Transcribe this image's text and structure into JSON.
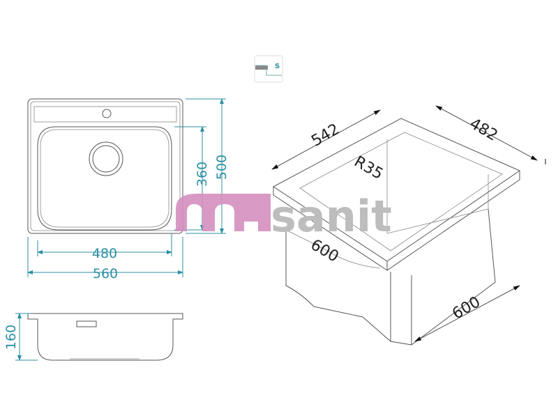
{
  "diagram": {
    "top_view": {
      "dim_inner_width": "480",
      "dim_outer_width": "560",
      "dim_inner_depth": "360",
      "dim_outer_depth": "500"
    },
    "side_view": {
      "dim_height": "160"
    },
    "isometric": {
      "dim_542": "542",
      "dim_482": "482",
      "radius": "R35",
      "dim_600_a": "600",
      "dim_600_b": "600"
    },
    "install_icon": {
      "label": "S"
    },
    "watermark": {
      "logo_m": "m",
      "logo_text": "sanit"
    },
    "colors": {
      "dimension": "#2b8fa3",
      "logo_pink": "#d48fbf",
      "logo_gray": "#bdbdbd"
    }
  }
}
